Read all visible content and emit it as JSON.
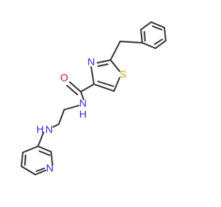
{
  "colors": {
    "background": "#ffffff",
    "bond": "#3a3a3a",
    "N": "#2a2ad6",
    "O": "#e1131a",
    "S": "#bfa400"
  },
  "atoms": [
    {
      "id": "o1",
      "symbol": "O",
      "label": "O"
    },
    {
      "id": "n_amide",
      "symbol": "N",
      "label": "N",
      "h_label": "H"
    },
    {
      "id": "n_thz",
      "symbol": "N",
      "label": "N"
    },
    {
      "id": "s_thz",
      "symbol": "S",
      "label": "S"
    },
    {
      "id": "n_amine",
      "symbol": "N",
      "label": "N",
      "h_label": "H"
    },
    {
      "id": "n_pyr",
      "symbol": "N",
      "label": "N"
    }
  ]
}
